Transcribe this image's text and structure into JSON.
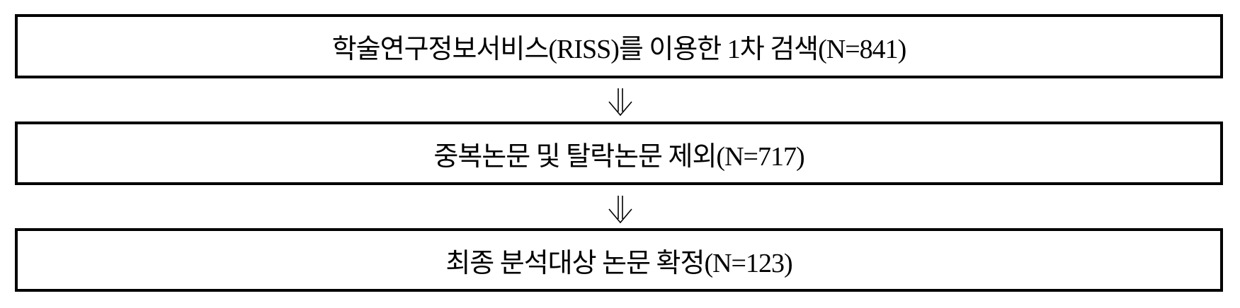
{
  "steps": [
    {
      "label": "학술연구정보서비스(RISS)를 이용한 1차 검색(N=841)"
    },
    {
      "label": "중복논문 및 탈락논문 제외(N=717)"
    },
    {
      "label": "최종 분석대상 논문 확정(N=123)"
    }
  ],
  "connectors": [
    {
      "icon": "double-down-arrow-icon"
    },
    {
      "icon": "double-down-arrow-icon"
    }
  ]
}
